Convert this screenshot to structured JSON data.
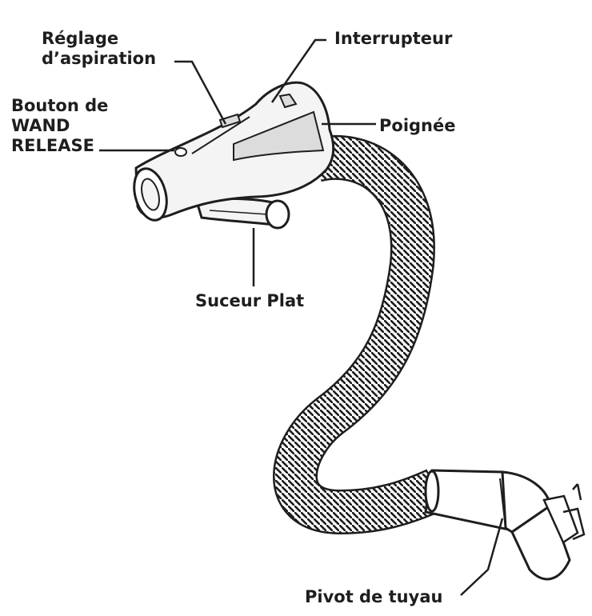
{
  "labels": {
    "reglage_line1": "Réglage",
    "reglage_line2": "d’aspiration",
    "interrupteur": "Interrupteur",
    "bouton_line1": "Bouton de",
    "bouton_line2": "WAND",
    "bouton_line3": "RELEASE",
    "poignee": "Poignée",
    "suceur": "Suceur Plat",
    "pivot": "Pivot de tuyau"
  },
  "colors": {
    "ink": "#1e1e1e",
    "hose_fill": "#ffffff",
    "handle_fill": "#f4f4f4",
    "handle_shade": "#dcdcdc"
  }
}
